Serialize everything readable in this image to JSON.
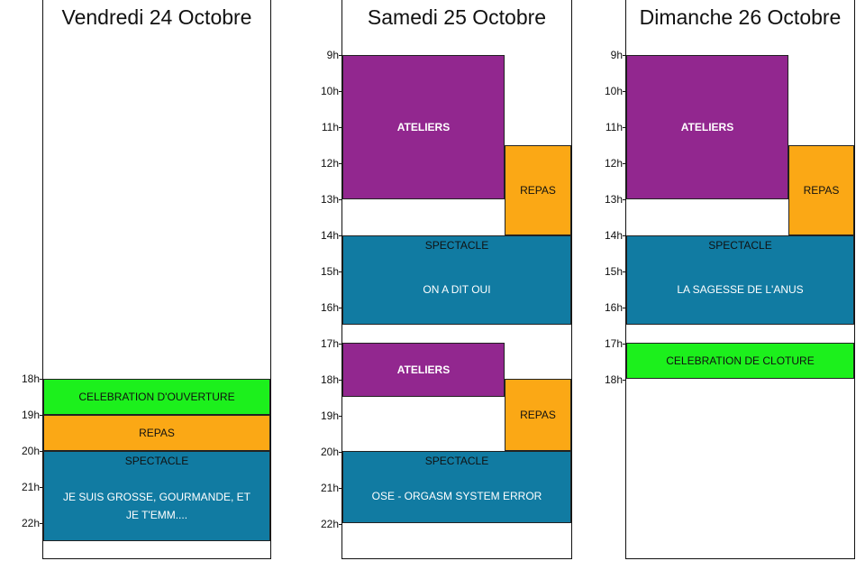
{
  "colors": {
    "purple": "#92278f",
    "orange": "#fba815",
    "blue": "#117ba2",
    "green": "#1cf01c"
  },
  "days": [
    {
      "title": "Vendredi 24 Octobre",
      "hours": [
        "18h",
        "19h",
        "20h",
        "21h",
        "22h"
      ],
      "events": {
        "opening": "CELEBRATION D'OUVERTURE",
        "meal": "REPAS",
        "show_head": "SPECTACLE",
        "show_title": "JE SUIS GROSSE, GOURMANDE, ET JE T'EMM...."
      }
    },
    {
      "title": "Samedi 25 Octobre",
      "hours": [
        "9h",
        "10h",
        "11h",
        "12h",
        "13h",
        "14h",
        "15h",
        "16h",
        "17h",
        "18h",
        "19h",
        "20h",
        "21h",
        "22h"
      ],
      "events": {
        "workshops_am": "ATELIERS",
        "meal_noon": "REPAS",
        "show1_head": "SPECTACLE",
        "show1_title": "ON A DIT OUI",
        "workshops_pm": "ATELIERS",
        "meal_eve": "REPAS",
        "show2_head": "SPECTACLE",
        "show2_title": "OSE - ORGASM SYSTEM ERROR"
      }
    },
    {
      "title": "Dimanche 26 Octobre",
      "hours": [
        "9h",
        "10h",
        "11h",
        "12h",
        "13h",
        "14h",
        "15h",
        "16h",
        "17h",
        "18h"
      ],
      "events": {
        "workshops": "ATELIERS",
        "meal": "REPAS",
        "show_head": "SPECTACLE",
        "show_title": "LA SAGESSE DE L'ANUS",
        "closing": "CELEBRATION DE CLOTURE"
      }
    }
  ]
}
